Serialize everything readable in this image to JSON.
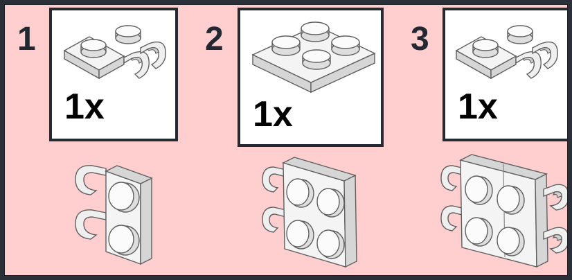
{
  "steps": [
    {
      "number": "1",
      "quantity": "1x",
      "part_icon": "plate-1x2-with-clips-icon",
      "result_icon": "assembly-step-1-icon"
    },
    {
      "number": "2",
      "quantity": "1x",
      "part_icon": "plate-2x2-icon",
      "result_icon": "assembly-step-2-icon"
    },
    {
      "number": "3",
      "quantity": "1x",
      "part_icon": "plate-1x2-with-clips-icon",
      "result_icon": "assembly-step-3-icon"
    }
  ],
  "colors": {
    "background": "#ffcfcf",
    "frame": "#2b3038",
    "box_border": "#252a32",
    "part_light": "#f4f4f4",
    "part_shade": "#d6d6d6"
  }
}
